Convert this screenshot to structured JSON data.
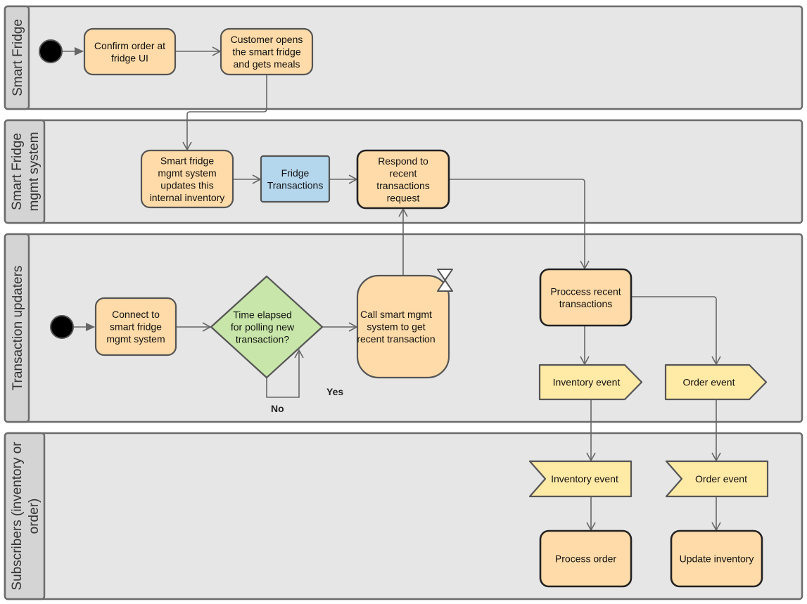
{
  "colors": {
    "activity": "#fedba8",
    "object": "#b5d7ee",
    "decision": "#c8e6a9",
    "event": "#ffeaa6",
    "lane": "#e6e6e6",
    "lane_header": "#d4d4d4"
  },
  "lanes": [
    {
      "id": "smart-fridge",
      "lines": [
        "Smart Fridge"
      ]
    },
    {
      "id": "mgmt-system",
      "lines": [
        "Smart Fridge",
        "mgmt system"
      ]
    },
    {
      "id": "transaction-updaters",
      "lines": [
        "Transaction updaters"
      ]
    },
    {
      "id": "subscribers",
      "lines": [
        "Subscribers (inventory or",
        "order)"
      ]
    }
  ],
  "nodes": {
    "confirm": {
      "type": "activity",
      "lines": [
        "Confirm order at",
        "fridge UI"
      ]
    },
    "opens": {
      "type": "activity",
      "lines": [
        "Customer opens",
        "the smart fridge",
        "and gets meals"
      ]
    },
    "updates": {
      "type": "activity",
      "lines": [
        "Smart fridge",
        "mgmt system",
        "updates this",
        "internal inventory"
      ]
    },
    "fridge_tx": {
      "type": "object",
      "lines": [
        "Fridge",
        "Transactions"
      ]
    },
    "respond": {
      "type": "activity",
      "lines": [
        "Respond to",
        "recent",
        "transactions",
        "request"
      ]
    },
    "connect": {
      "type": "activity",
      "lines": [
        "Connect to",
        "smart fridge",
        "mgmt system"
      ]
    },
    "decision": {
      "type": "decision",
      "lines": [
        "Time elapsed",
        "for polling new",
        "transaction?"
      ]
    },
    "call": {
      "type": "activity",
      "lines": [
        "Call smart mgmt",
        "system to get",
        "recent transaction"
      ]
    },
    "process_tx": {
      "type": "activity",
      "lines": [
        "Proccess recent",
        "transactions"
      ]
    },
    "inv_send": {
      "type": "send-event",
      "lines": [
        "Inventory  event"
      ]
    },
    "order_send": {
      "type": "send-event",
      "lines": [
        "Order event"
      ]
    },
    "inv_recv": {
      "type": "receive-event",
      "lines": [
        "Inventory event"
      ]
    },
    "order_recv": {
      "type": "receive-event",
      "lines": [
        "Order event"
      ]
    },
    "process_order": {
      "type": "activity",
      "lines": [
        "Process order"
      ]
    },
    "update_inv": {
      "type": "activity",
      "lines": [
        "Update inventory"
      ]
    }
  },
  "guards": {
    "yes": "Yes",
    "no": "No"
  },
  "icons": {
    "timer": "hourglass-icon",
    "start": "initial-node-icon"
  }
}
